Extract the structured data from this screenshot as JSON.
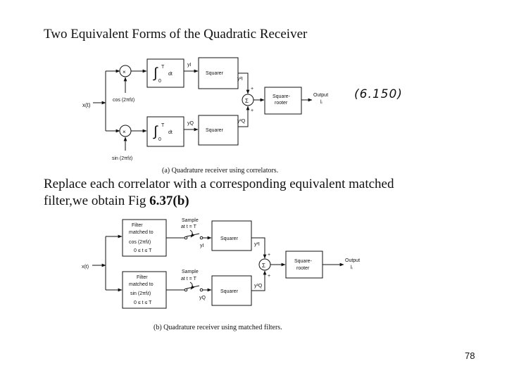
{
  "slide": {
    "title": "Two Equivalent Forms of the Quadratic Receiver",
    "replace_line1": "Replace each correlator with a corresponding equivalent matched",
    "replace_line2_pre": "filter,we obtain Fig ",
    "replace_line2_bold": "6.37(b)",
    "handwritten_note": "(6.150)",
    "page_number": "78"
  },
  "diagram_a": {
    "input_label": "x(t)",
    "multiplier_symbol": "×",
    "integral_top": "∫",
    "integral_upper": "T",
    "integral_lower": "0",
    "integral_dt": "dt",
    "yi": "yI",
    "yq": "yQ",
    "squarer": "Squarer",
    "yi2": "y²I",
    "yq2": "y²Q",
    "sum_symbol": "Σ",
    "plus": "+",
    "rooter_line1": "Square-",
    "rooter_line2": "rooter",
    "output_line1": "Output",
    "output_line2": "lᵢ",
    "cos_label": "cos (2πfᵢt)",
    "sin_label": "sin (2πfᵢt)",
    "caption": "(a) Quadrature receiver using correlators."
  },
  "diagram_b": {
    "input_label": "x(t)",
    "filter1": [
      "Filter",
      "matched to",
      "cos (2πfᵢt)",
      "0 ≤ t ≤ T"
    ],
    "filter2": [
      "Filter",
      "matched to",
      "sin (2πfᵢt)",
      "0 ≤ t ≤ T"
    ],
    "sample1": [
      "Sample",
      "at t = T"
    ],
    "sample2": [
      "Sample",
      "at t = T"
    ],
    "yi": "yI",
    "yq": "yQ",
    "squarer": "Squarer",
    "yi2": "y²I",
    "yq2": "y²Q",
    "sum_symbol": "Σ",
    "plus": "+",
    "rooter_line1": "Square-",
    "rooter_line2": "rooter",
    "output_line1": "Output",
    "output_line2": "lᵢ",
    "caption": "(b) Quadrature receiver using matched filters."
  }
}
